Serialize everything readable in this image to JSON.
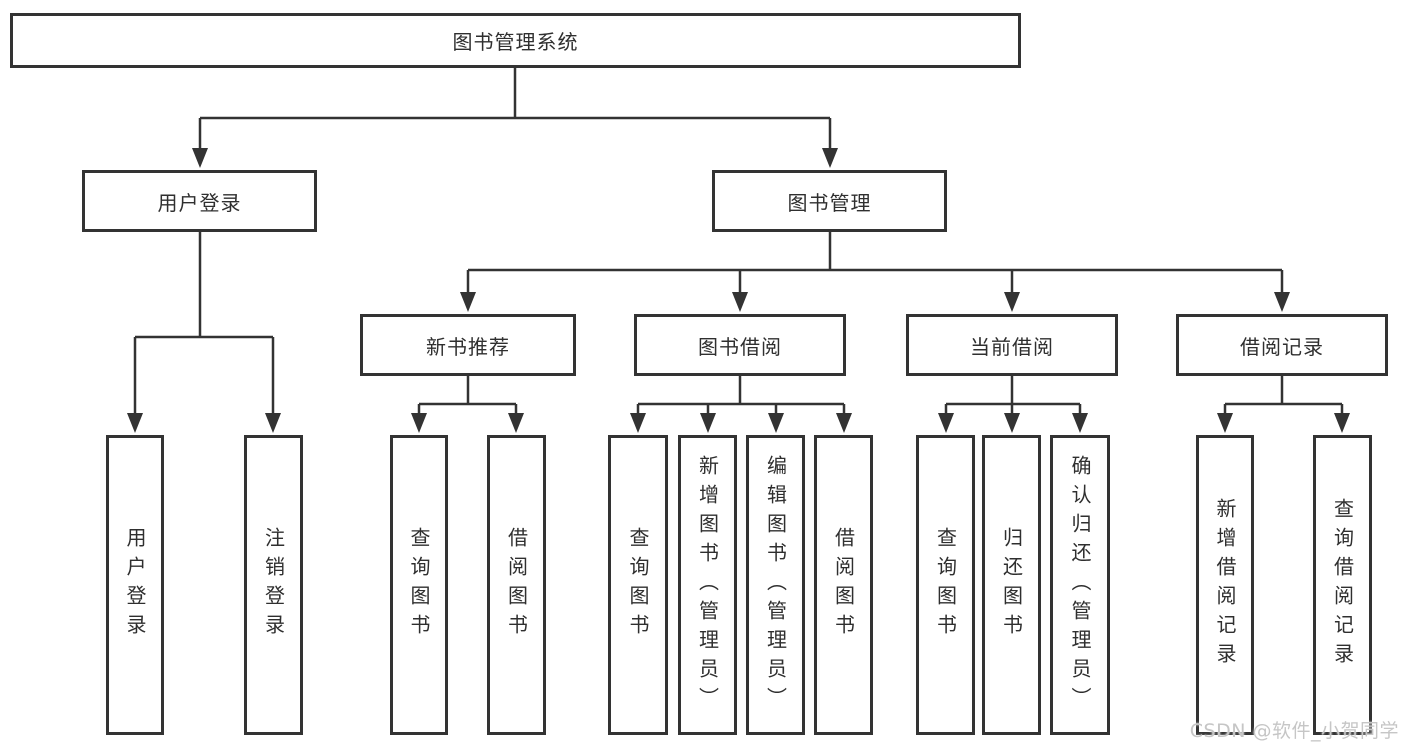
{
  "diagram": {
    "title": "图书管理系统",
    "type": "hierarchy",
    "tree": {
      "label": "图书管理系统",
      "children": [
        {
          "label": "用户登录",
          "children": [
            {
              "label": "用户登录"
            },
            {
              "label": "注销登录"
            }
          ]
        },
        {
          "label": "图书管理",
          "children": [
            {
              "label": "新书推荐",
              "children": [
                {
                  "label": "查询图书"
                },
                {
                  "label": "借阅图书"
                }
              ]
            },
            {
              "label": "图书借阅",
              "children": [
                {
                  "label": "查询图书"
                },
                {
                  "label": "新增图书（管理员）"
                },
                {
                  "label": "编辑图书（管理员）"
                },
                {
                  "label": "借阅图书"
                }
              ]
            },
            {
              "label": "当前借阅",
              "children": [
                {
                  "label": "查询图书"
                },
                {
                  "label": "归还图书"
                },
                {
                  "label": "确认归还（管理员）"
                }
              ]
            },
            {
              "label": "借阅记录",
              "children": [
                {
                  "label": "新增借阅记录"
                },
                {
                  "label": "查询借阅记录"
                }
              ]
            }
          ]
        }
      ]
    }
  },
  "watermark": {
    "text": "CSDN @软件_小贺同学"
  },
  "colors": {
    "line": "#333333",
    "box_border": "#333333",
    "text": "#2f2f2f",
    "watermark": "#c6c6c6",
    "background": "#ffffff"
  }
}
